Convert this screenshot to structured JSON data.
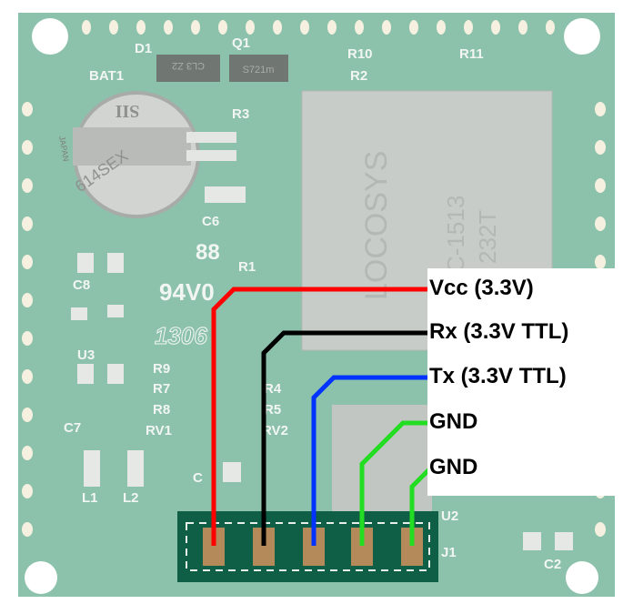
{
  "pin_labels": [
    {
      "text": "Vcc (3.3V)",
      "color": "#ff0000"
    },
    {
      "text": "Rx (3.3V TTL)",
      "color": "#000000"
    },
    {
      "text": "Tx (3.3V TTL)",
      "color": "#0033ff"
    },
    {
      "text": "GND",
      "color": "#22dd22"
    },
    {
      "text": "GND",
      "color": "#22dd22"
    }
  ],
  "silkscreen": {
    "d1": "D1",
    "q1": "Q1",
    "bat1": "BAT1",
    "r10": "R10",
    "r11": "R11",
    "r2": "R2",
    "r3": "R3",
    "c6": "C6",
    "c8": "C8",
    "r1": "R1",
    "ul": "88",
    "rating": "94V0",
    "u3": "U3",
    "date": "1306",
    "r9": "R9",
    "r7": "R7",
    "r8": "R8",
    "rv1": "RV1",
    "r4": "R4",
    "r5": "R5",
    "rv2": "RV2",
    "c7": "C7",
    "l1": "L1",
    "l2": "L2",
    "c": "C",
    "u2": "U2",
    "j1": "J1",
    "c2": "C2"
  },
  "battery_text": {
    "brand": "SII",
    "origin": "JAPAN",
    "model": "614SEX"
  },
  "module_text": {
    "brand": "LOCOSYS",
    "model": "C-1513",
    "code": "232T"
  },
  "chip_text": {
    "d1": "CL3 Z2",
    "q1": "S721m"
  },
  "colors": {
    "board": "#8cc2ab",
    "connector": "#0f5e46",
    "pad": "#b58a5a",
    "module": "#c8ccc8"
  }
}
